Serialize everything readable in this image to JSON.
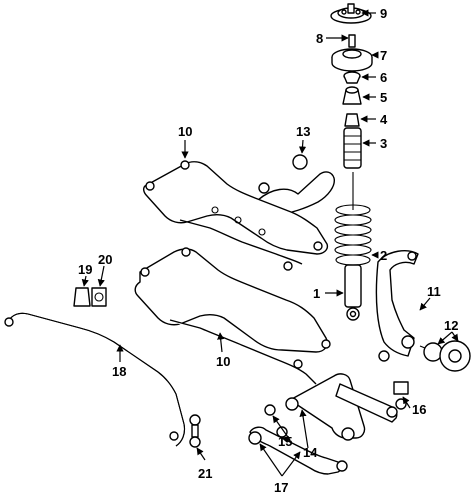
{
  "callouts": [
    {
      "id": "9",
      "label": "9"
    },
    {
      "id": "8",
      "label": "8"
    },
    {
      "id": "7",
      "label": "7"
    },
    {
      "id": "6",
      "label": "6"
    },
    {
      "id": "5",
      "label": "5"
    },
    {
      "id": "4",
      "label": "4"
    },
    {
      "id": "3",
      "label": "3"
    },
    {
      "id": "13",
      "label": "13"
    },
    {
      "id": "10a",
      "label": "10"
    },
    {
      "id": "2",
      "label": "2"
    },
    {
      "id": "1",
      "label": "1"
    },
    {
      "id": "11",
      "label": "11"
    },
    {
      "id": "12",
      "label": "12"
    },
    {
      "id": "19",
      "label": "19"
    },
    {
      "id": "20",
      "label": "20"
    },
    {
      "id": "18",
      "label": "18"
    },
    {
      "id": "10b",
      "label": "10"
    },
    {
      "id": "16",
      "label": "16"
    },
    {
      "id": "15",
      "label": "15"
    },
    {
      "id": "14",
      "label": "14"
    },
    {
      "id": "21",
      "label": "21"
    },
    {
      "id": "17",
      "label": "17"
    }
  ]
}
